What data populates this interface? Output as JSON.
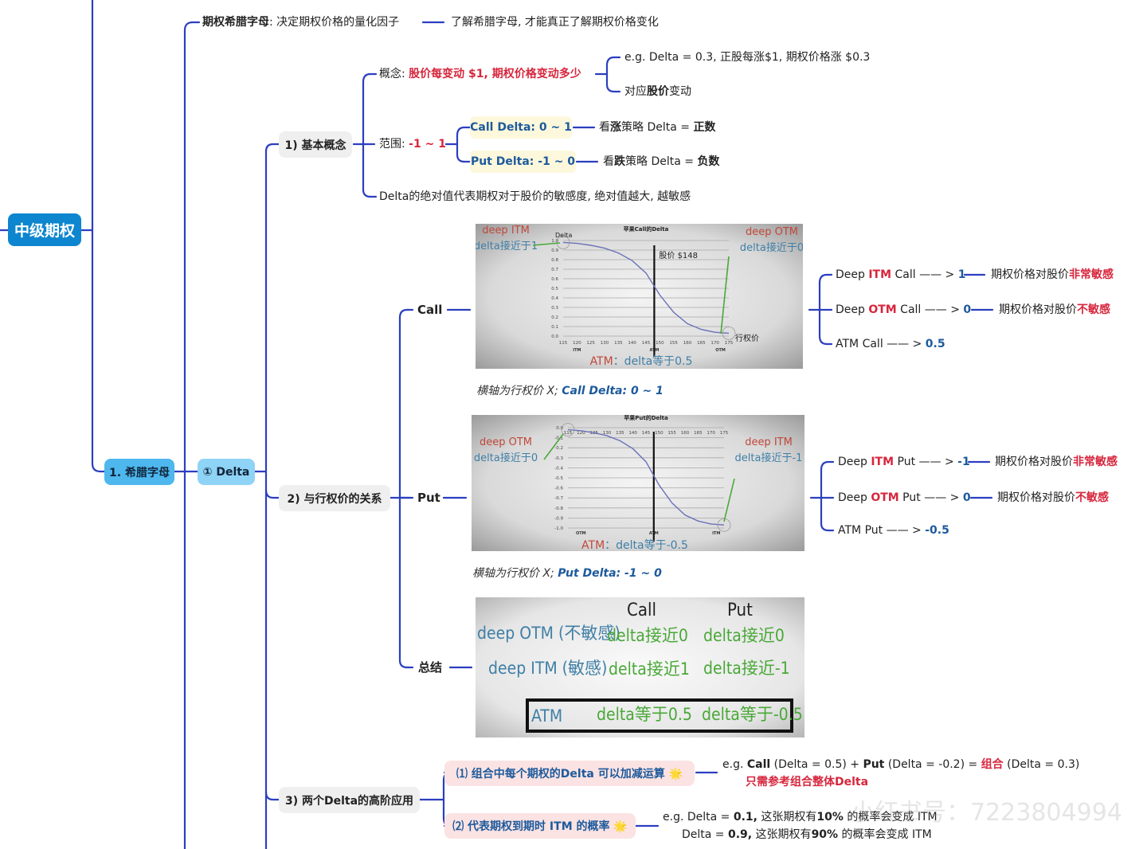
{
  "root": {
    "label": "中级期权"
  },
  "level1": {
    "label": "1. 希腊字母"
  },
  "intro": {
    "title_bold": "期权希腊字母",
    "title_rest": ": 决定期权价格的量化因子",
    "note": "了解希腊字母, 才能真正了解期权价格变化"
  },
  "delta_node": {
    "label": "① Delta"
  },
  "section1": {
    "label": "1) 基本概念",
    "concept": {
      "prefix": "概念: ",
      "highlight": "股价每变动 $1, 期权价格变动多少",
      "children": [
        {
          "text": "e.g. Delta = 0.3, 正股每涨$1, 期权价格涨 $0.3"
        },
        {
          "pre": "对应",
          "bold": "股价",
          "post": "变动"
        }
      ]
    },
    "range": {
      "prefix": "范围: ",
      "value": "-1 ~ 1",
      "call": {
        "label": "Call Delta: 0 ~ 1",
        "note_pre": "看",
        "note_bold": "涨",
        "note_mid": "策略 Delta = ",
        "note_end": "正数"
      },
      "put": {
        "label": "Put Delta:  -1 ~ 0",
        "note_pre": "看",
        "note_bold": "跌",
        "note_mid": "策略 Delta = ",
        "note_end": "负数"
      }
    },
    "sensitivity": "Delta的绝对值代表期权对于股价的敏感度, 绝对值越大, 越敏感"
  },
  "section2": {
    "label": "2) 与行权价的关系",
    "call": {
      "label": "Call",
      "caption_pre": "横轴为行权价 X;  ",
      "caption_hl": "Call Delta: 0 ~ 1",
      "items": [
        {
          "pre": "Deep ",
          "hl": "ITM",
          "mid": " Call —— > ",
          "val": "1",
          "note": "期权价格对股价",
          "note_hl": "非常敏感"
        },
        {
          "pre": "Deep ",
          "hl": "OTM",
          "mid": " Call —— > ",
          "val": "0",
          "note": "期权价格对股价",
          "note_hl": "不敏感"
        },
        {
          "pre": "ATM Call —— > ",
          "hl": "",
          "mid": "",
          "val": "0.5",
          "note": "",
          "note_hl": ""
        }
      ]
    },
    "put": {
      "label": "Put",
      "caption_pre": "横轴为行权价 X; ",
      "caption_hl": "Put Delta:  -1 ~ 0",
      "items": [
        {
          "pre": "Deep ",
          "hl": "ITM",
          "mid": " Put —— > ",
          "val": "-1",
          "note": "期权价格对股价",
          "note_hl": "非常敏感"
        },
        {
          "pre": "Deep ",
          "hl": "OTM",
          "mid": " Put —— > ",
          "val": "0",
          "note": "期权价格对股价",
          "note_hl": "不敏感"
        },
        {
          "pre": "ATM Put —— > ",
          "hl": "",
          "mid": "",
          "val": "-0.5",
          "note": "",
          "note_hl": ""
        }
      ]
    },
    "summary": {
      "label": "总结",
      "col_call": "Call",
      "col_put": "Put",
      "rows": [
        {
          "label": "deep OTM (不敏感)",
          "call": "delta接近0",
          "put": "delta接近0"
        },
        {
          "label": "deep ITM (敏感)",
          "call": "delta接近1",
          "put": "delta接近-1"
        },
        {
          "label": "ATM",
          "call": "delta等于0.5",
          "put": "delta等于-0.5"
        }
      ]
    }
  },
  "section3": {
    "label": "3) 两个Delta的高阶应用",
    "item1": {
      "label": "⑴ 组合中每个期权的Delta 可以加减运算 🌟",
      "example": [
        {
          "t": "e.g. ",
          "s": "n"
        },
        {
          "t": "Call",
          "s": "b"
        },
        {
          "t": " (Delta = 0.5) + ",
          "s": "n"
        },
        {
          "t": "Put",
          "s": "b"
        },
        {
          "t": " (Delta = -0.2) = ",
          "s": "n"
        },
        {
          "t": "组合",
          "s": "r"
        },
        {
          "t": " (Delta = 0.3)",
          "s": "n"
        }
      ],
      "note": "只需参考组合整体Delta"
    },
    "item2": {
      "label": "⑵ 代表期权到期时 ITM 的概率 🌟",
      "line1": [
        {
          "t": "e.g. Delta = ",
          "s": "n"
        },
        {
          "t": "0.1,",
          "s": "b"
        },
        {
          "t": " 这张期权有",
          "s": "n"
        },
        {
          "t": "10%",
          "s": "b"
        },
        {
          "t": " 的概率会变成 ITM",
          "s": "n"
        }
      ],
      "line2": [
        {
          "t": "Delta = ",
          "s": "n"
        },
        {
          "t": "0.9,",
          "s": "b"
        },
        {
          "t": " 这张期权有",
          "s": "n"
        },
        {
          "t": "90%",
          "s": "b"
        },
        {
          "t": " 的概率会变成 ITM",
          "s": "n"
        }
      ]
    }
  },
  "watermark": "小红书号：7223804994",
  "colors": {
    "line": "#2b3fbf",
    "red": "#d7263d",
    "blue": "#1d5a9c",
    "curve": "#6a72b8",
    "green_text": "#4aa838",
    "annot_red": "#c0483a",
    "annot_blue": "#3f7fa6"
  },
  "chart_data": [
    {
      "type": "line",
      "title": "苹果Call的Delta",
      "ylabel": "Delta",
      "xlabel": "行权价",
      "x": [
        115,
        120,
        125,
        130,
        135,
        140,
        145,
        150,
        155,
        160,
        165,
        170,
        175
      ],
      "series": [
        {
          "name": "Call Delta",
          "values": [
            0.98,
            0.97,
            0.95,
            0.92,
            0.87,
            0.79,
            0.66,
            0.43,
            0.25,
            0.13,
            0.07,
            0.04,
            0.03
          ]
        }
      ],
      "ylim": [
        0,
        1.0
      ],
      "yticks": [
        "0.0",
        "0.1",
        "0.2",
        "0.3",
        "0.4",
        "0.5",
        "0.6",
        "0.7",
        "0.8",
        "0.9",
        "1.0"
      ],
      "grid": true,
      "vline": {
        "x": 148,
        "label": "股价 $148"
      },
      "zone_labels": [
        "ITM",
        "ATM",
        "OTM"
      ],
      "annotations": [
        {
          "red": "deep ITM",
          "blue": "delta接近于1"
        },
        {
          "red": "deep OTM",
          "blue": "delta接近于0"
        },
        {
          "red": "ATM",
          "blue": "：delta等于0.5"
        }
      ]
    },
    {
      "type": "line",
      "title": "苹果Put的Delta",
      "x": [
        115,
        120,
        125,
        130,
        135,
        140,
        145,
        150,
        155,
        160,
        165,
        170,
        175
      ],
      "series": [
        {
          "name": "Put Delta",
          "values": [
            -0.02,
            -0.03,
            -0.05,
            -0.08,
            -0.13,
            -0.21,
            -0.34,
            -0.57,
            -0.75,
            -0.87,
            -0.93,
            -0.96,
            -0.97
          ]
        }
      ],
      "ylim": [
        -1.0,
        0
      ],
      "yticks": [
        "0.0",
        "-0.1",
        "-0.2",
        "-0.3",
        "-0.4",
        "-0.5",
        "-0.6",
        "-0.7",
        "-0.8",
        "-0.9",
        "-1.0"
      ],
      "grid": true,
      "vline": {
        "x": 148,
        "label": ""
      },
      "zone_labels": [
        "OTM",
        "ATM",
        "ITM"
      ],
      "annotations": [
        {
          "red": "deep OTM",
          "blue": "delta接近于0"
        },
        {
          "red": "deep ITM",
          "blue": "delta接近于-1"
        },
        {
          "red": "ATM",
          "blue": "：delta等于-0.5"
        }
      ]
    }
  ]
}
